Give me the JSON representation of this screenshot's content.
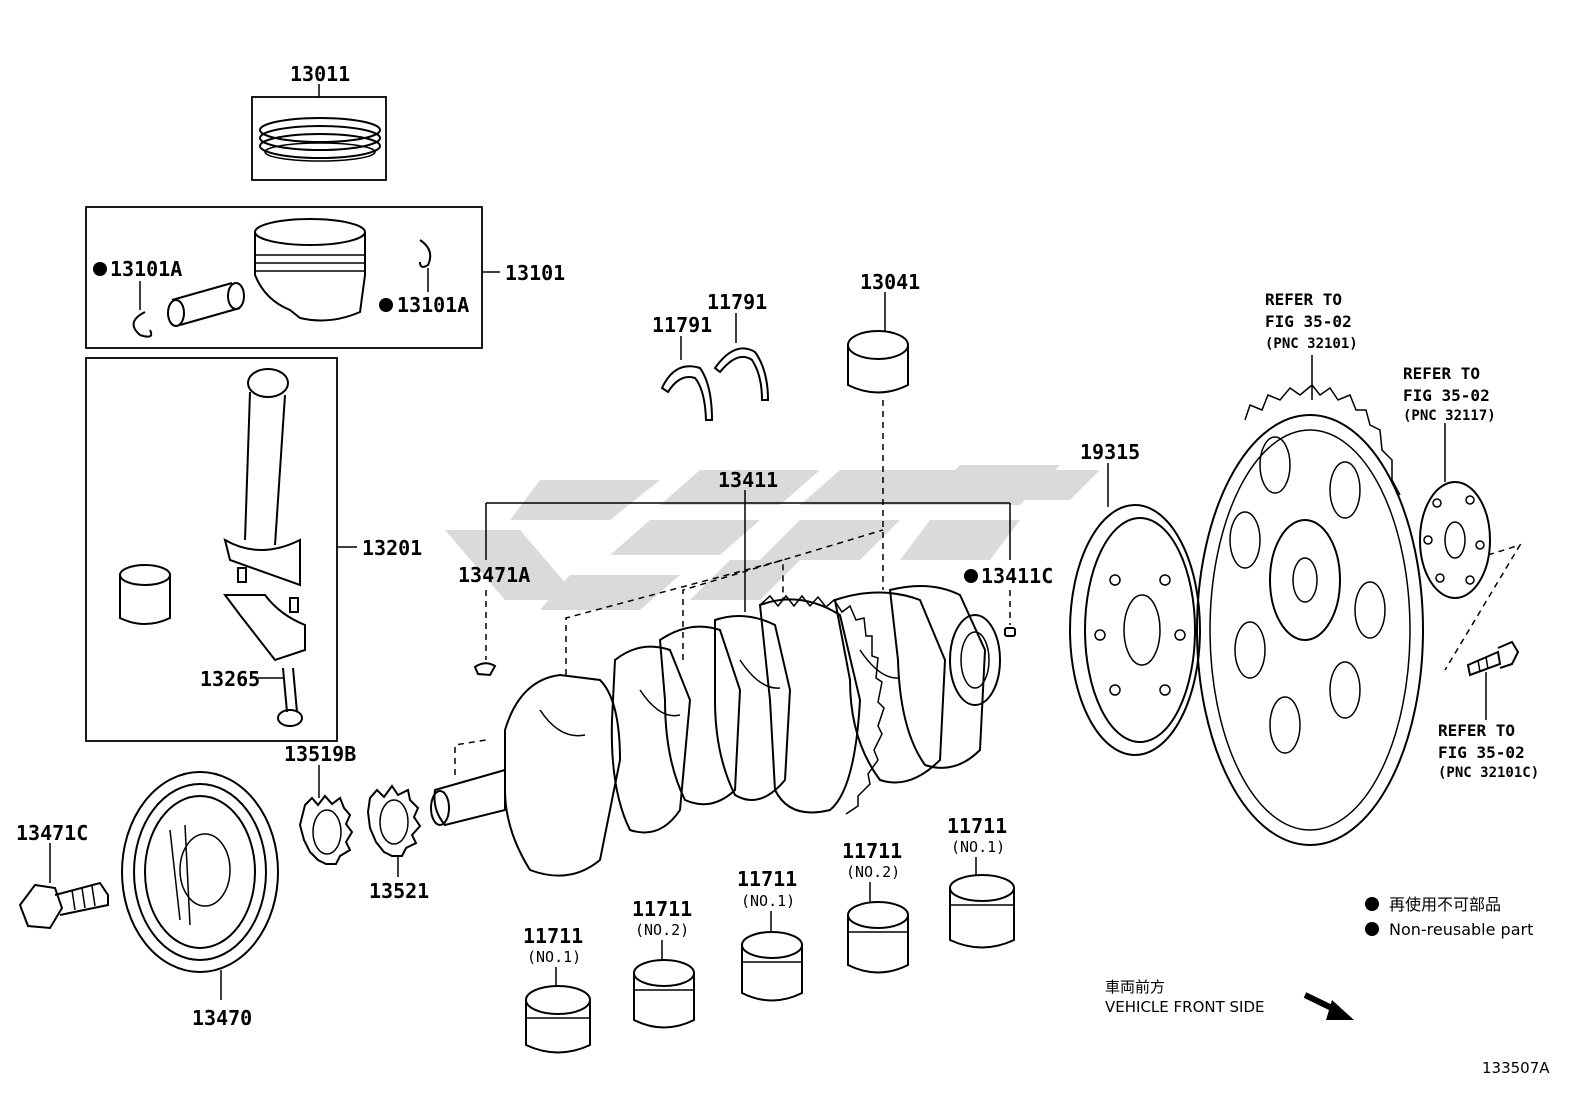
{
  "parts": {
    "p13011": "13011",
    "p13101": "13101",
    "p13101a_left": "13101A",
    "p13101a_right": "13101A",
    "p13201": "13201",
    "p13265": "13265",
    "p13519b": "13519B",
    "p13521": "13521",
    "p13471c": "13471C",
    "p13470": "13470",
    "p13471a": "13471A",
    "p13411": "13411",
    "p13411c": "13411C",
    "p11791_a": "11791",
    "p11791_b": "11791",
    "p13041": "13041",
    "p19315": "19315",
    "b1": {
      "num": "11711",
      "sub": "(NO.1)"
    },
    "b2": {
      "num": "11711",
      "sub": "(NO.2)"
    },
    "b3": {
      "num": "11711",
      "sub": "(NO.1)"
    },
    "b4": {
      "num": "11711",
      "sub": "(NO.2)"
    },
    "b5": {
      "num": "11711",
      "sub": "(NO.1)"
    }
  },
  "refs": {
    "r1": {
      "l1": "REFER TO",
      "l2": "FIG 35-02",
      "l3": "(PNC 32101)"
    },
    "r2": {
      "l1": "REFER TO",
      "l2": "FIG 35-02",
      "l3": "(PNC 32117)"
    },
    "r3": {
      "l1": "REFER TO",
      "l2": "FIG 35-02",
      "l3": "(PNC 32101C)"
    }
  },
  "legend": {
    "jp": "再使用不可部品",
    "en": "Non-reusable part"
  },
  "front": {
    "jp": "車両前方",
    "en": "VEHICLE FRONT SIDE"
  },
  "figure_id": "133507A",
  "colors": {
    "line": "#000000",
    "watermark": "#d4d4d4",
    "background": "#ffffff"
  }
}
